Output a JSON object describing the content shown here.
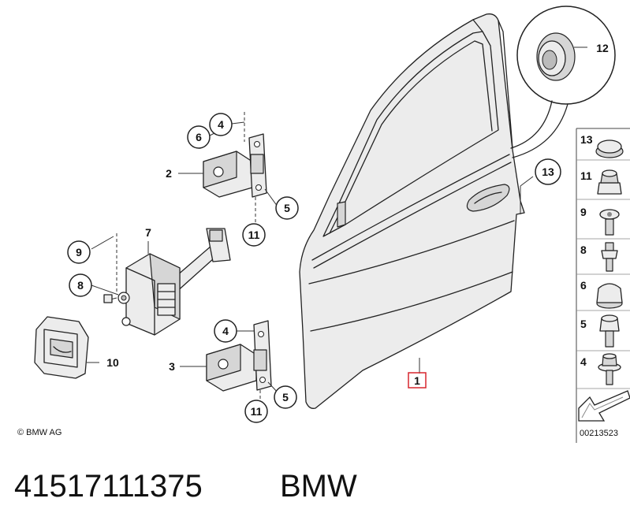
{
  "copyright": "© BMW AG",
  "diagram_number": "00213523",
  "part_number": "41517111375",
  "brand": "BMW",
  "main_label": "1",
  "callouts": {
    "c2": "2",
    "c3": "3",
    "c4a": "4",
    "c4b": "4",
    "c5a": "5",
    "c5b": "5",
    "c6": "6",
    "c7": "7",
    "c8": "8",
    "c9": "9",
    "c10": "10",
    "c11a": "11",
    "c11b": "11",
    "c12": "12",
    "c13": "13"
  },
  "sidebar": {
    "items": [
      {
        "label": "13",
        "icon": "grommet-icon"
      },
      {
        "label": "11",
        "icon": "nut-icon"
      },
      {
        "label": "9",
        "icon": "bolt-icon"
      },
      {
        "label": "8",
        "icon": "stud-bolt-icon"
      },
      {
        "label": "6",
        "icon": "cap-icon"
      },
      {
        "label": "5",
        "icon": "hex-bolt-icon"
      },
      {
        "label": "4",
        "icon": "flange-bolt-icon"
      }
    ]
  },
  "colors": {
    "highlight": "#d7262e",
    "line": "#222222"
  }
}
